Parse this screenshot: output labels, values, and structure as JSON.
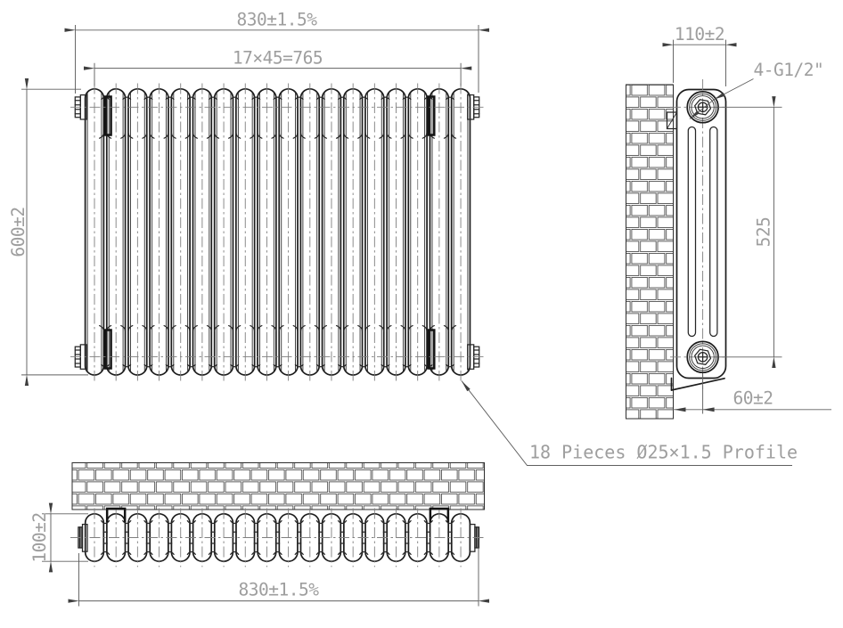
{
  "drawing": {
    "type": "radiator-technical-drawing",
    "dimensions": {
      "front_overall_width": "830±1.5%",
      "front_section_pitch": "17×45=765",
      "front_overall_height": "600±2",
      "side_depth": "110±2",
      "side_connections": "4-G1/2\"",
      "side_tapping_pitch": "525",
      "side_wall_clearance": "60±2",
      "top_depth": "100±2",
      "top_overall_width": "830±1.5%"
    },
    "annotation": "18 Pieces Ø25×1.5 Profile",
    "radiator": {
      "columns": 18,
      "bracket_columns": [
        2,
        17
      ]
    },
    "colors": {
      "object": "#1c1c1c",
      "dimension": "#606060",
      "text": "#9e9e9e",
      "centerline": "#7f7f7f",
      "background": "#ffffff"
    }
  }
}
